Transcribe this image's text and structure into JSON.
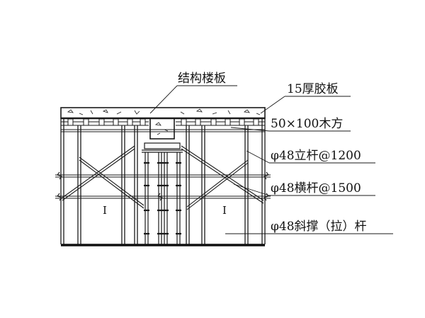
{
  "labels": {
    "structural_slab": "结构楼板",
    "plywood": "15厚胶板",
    "timber_joist": "50×100木方",
    "vertical_pole": "φ48立杆@1200",
    "horizontal_bar": "φ48横杆@1500",
    "diagonal_brace": "φ48斜撑（拉）杆"
  },
  "zones": {
    "left_mark": "I",
    "right_mark": "I"
  }
}
